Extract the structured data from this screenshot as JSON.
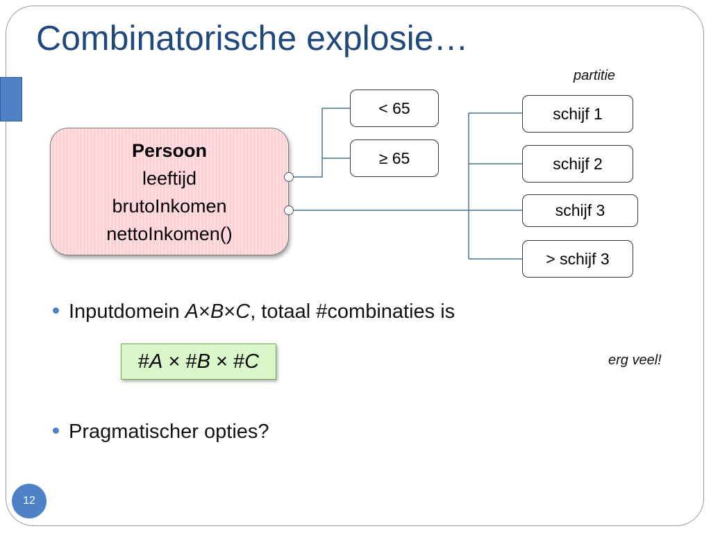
{
  "slide": {
    "title": "Combinatorische explosie…",
    "partition_label": "partitie",
    "page_number": "12",
    "accent_color": "#4f81c7",
    "title_color": "#1f497d"
  },
  "class_box": {
    "name": "Persoon",
    "attributes": [
      "leeftijd",
      "brutoInkomen",
      "nettoInkomen()"
    ],
    "fill_color": "#ffd1d6"
  },
  "age_partitions": [
    "< 65",
    "≥ 65"
  ],
  "income_partitions": [
    "schijf 1",
    "schijf 2",
    "schijf 3",
    "> schijf 3"
  ],
  "bullets": {
    "first": {
      "prefix": "Inputdomein ",
      "a": "A",
      "times1": "×",
      "b": "B",
      "times2": "×",
      "c": "C",
      "suffix": ", totaal #combinaties is"
    },
    "formula": {
      "hash_a": "#",
      "a": "A",
      "times1": " × ",
      "hash_b": "#",
      "b": "B",
      "times2": " × ",
      "hash_c": "#",
      "c": "C",
      "fill_color": "#d9f7c8"
    },
    "note": "erg veel!",
    "second": "Pragmatischer opties?"
  }
}
